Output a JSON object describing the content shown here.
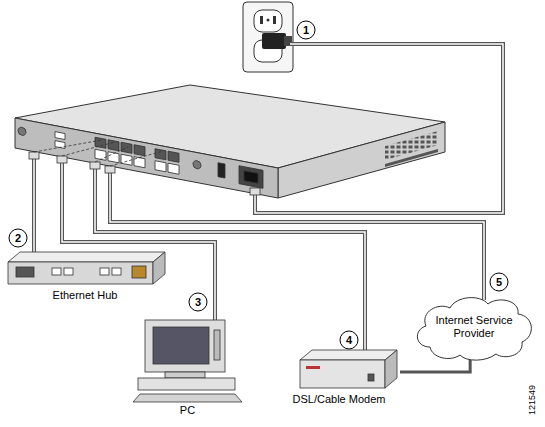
{
  "diagram": {
    "nodes": [
      {
        "text": [
          "Ethernet Hub"
        ]
      },
      {
        "text": [
          "PC"
        ]
      },
      {
        "text": [
          "DSL/Cable Modem"
        ]
      },
      {
        "text": [
          "Internet Service Provider"
        ]
      }
    ],
    "edges": [
      {
        "from": 2,
        "to": 3,
        "arrow": "none"
      }
    ],
    "labels": [
      "1",
      "2",
      "3",
      "4",
      "5",
      "121549"
    ]
  }
}
